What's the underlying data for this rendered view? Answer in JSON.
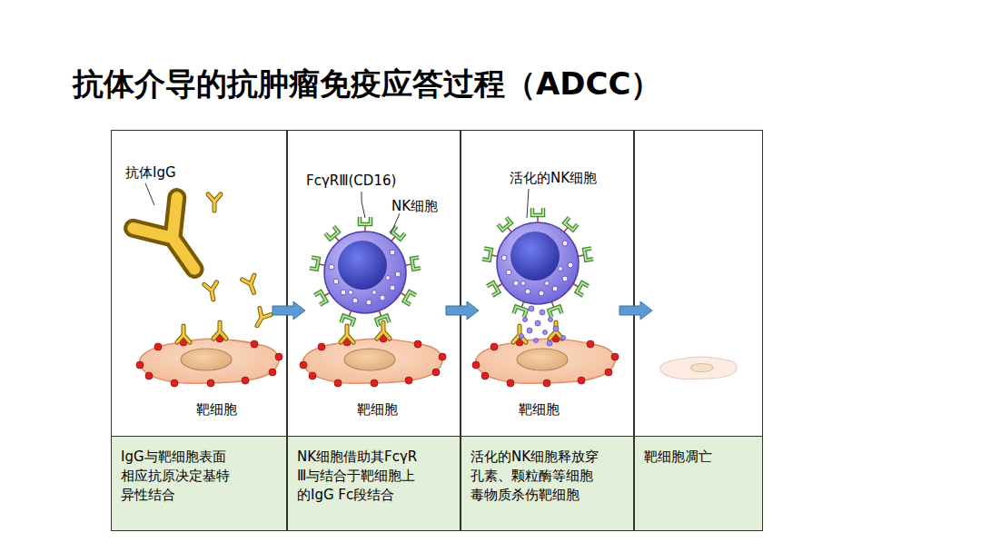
{
  "diagram": {
    "title": "抗体介导的抗肿瘤免疫应答过程（ADCC）",
    "nodes": [
      {
        "text": [
          "抗体IgG",
          "靶细胞"
        ]
      },
      {
        "text": [
          "IgG与靶细胞表面 相应抗原决定基特 异性结合"
        ],
        "in": 0
      },
      {
        "text": [
          "FcγRⅢ(CD16)",
          "NK细胞",
          "靶细胞"
        ]
      },
      {
        "text": [
          "NK细胞借助其FcγR Ⅲ与结合于靶细胞上 的IgG Fc段结合"
        ],
        "in": 2
      },
      {
        "text": [
          "活化的NK细胞",
          "靶细胞"
        ]
      },
      {
        "text": [
          "活化的NK细胞释放穿 孔素、颗粒酶等细胞 毒物质杀伤靶细胞"
        ],
        "in": 4
      },
      {
        "text": []
      },
      {
        "text": [
          "靶细胞凋亡"
        ],
        "in": 6
      }
    ],
    "edges": [
      {
        "from": 0,
        "to": 2,
        "arrow": "to"
      },
      {
        "from": 2,
        "to": 4,
        "arrow": "to"
      },
      {
        "from": 4,
        "to": 6,
        "arrow": "to"
      }
    ]
  }
}
